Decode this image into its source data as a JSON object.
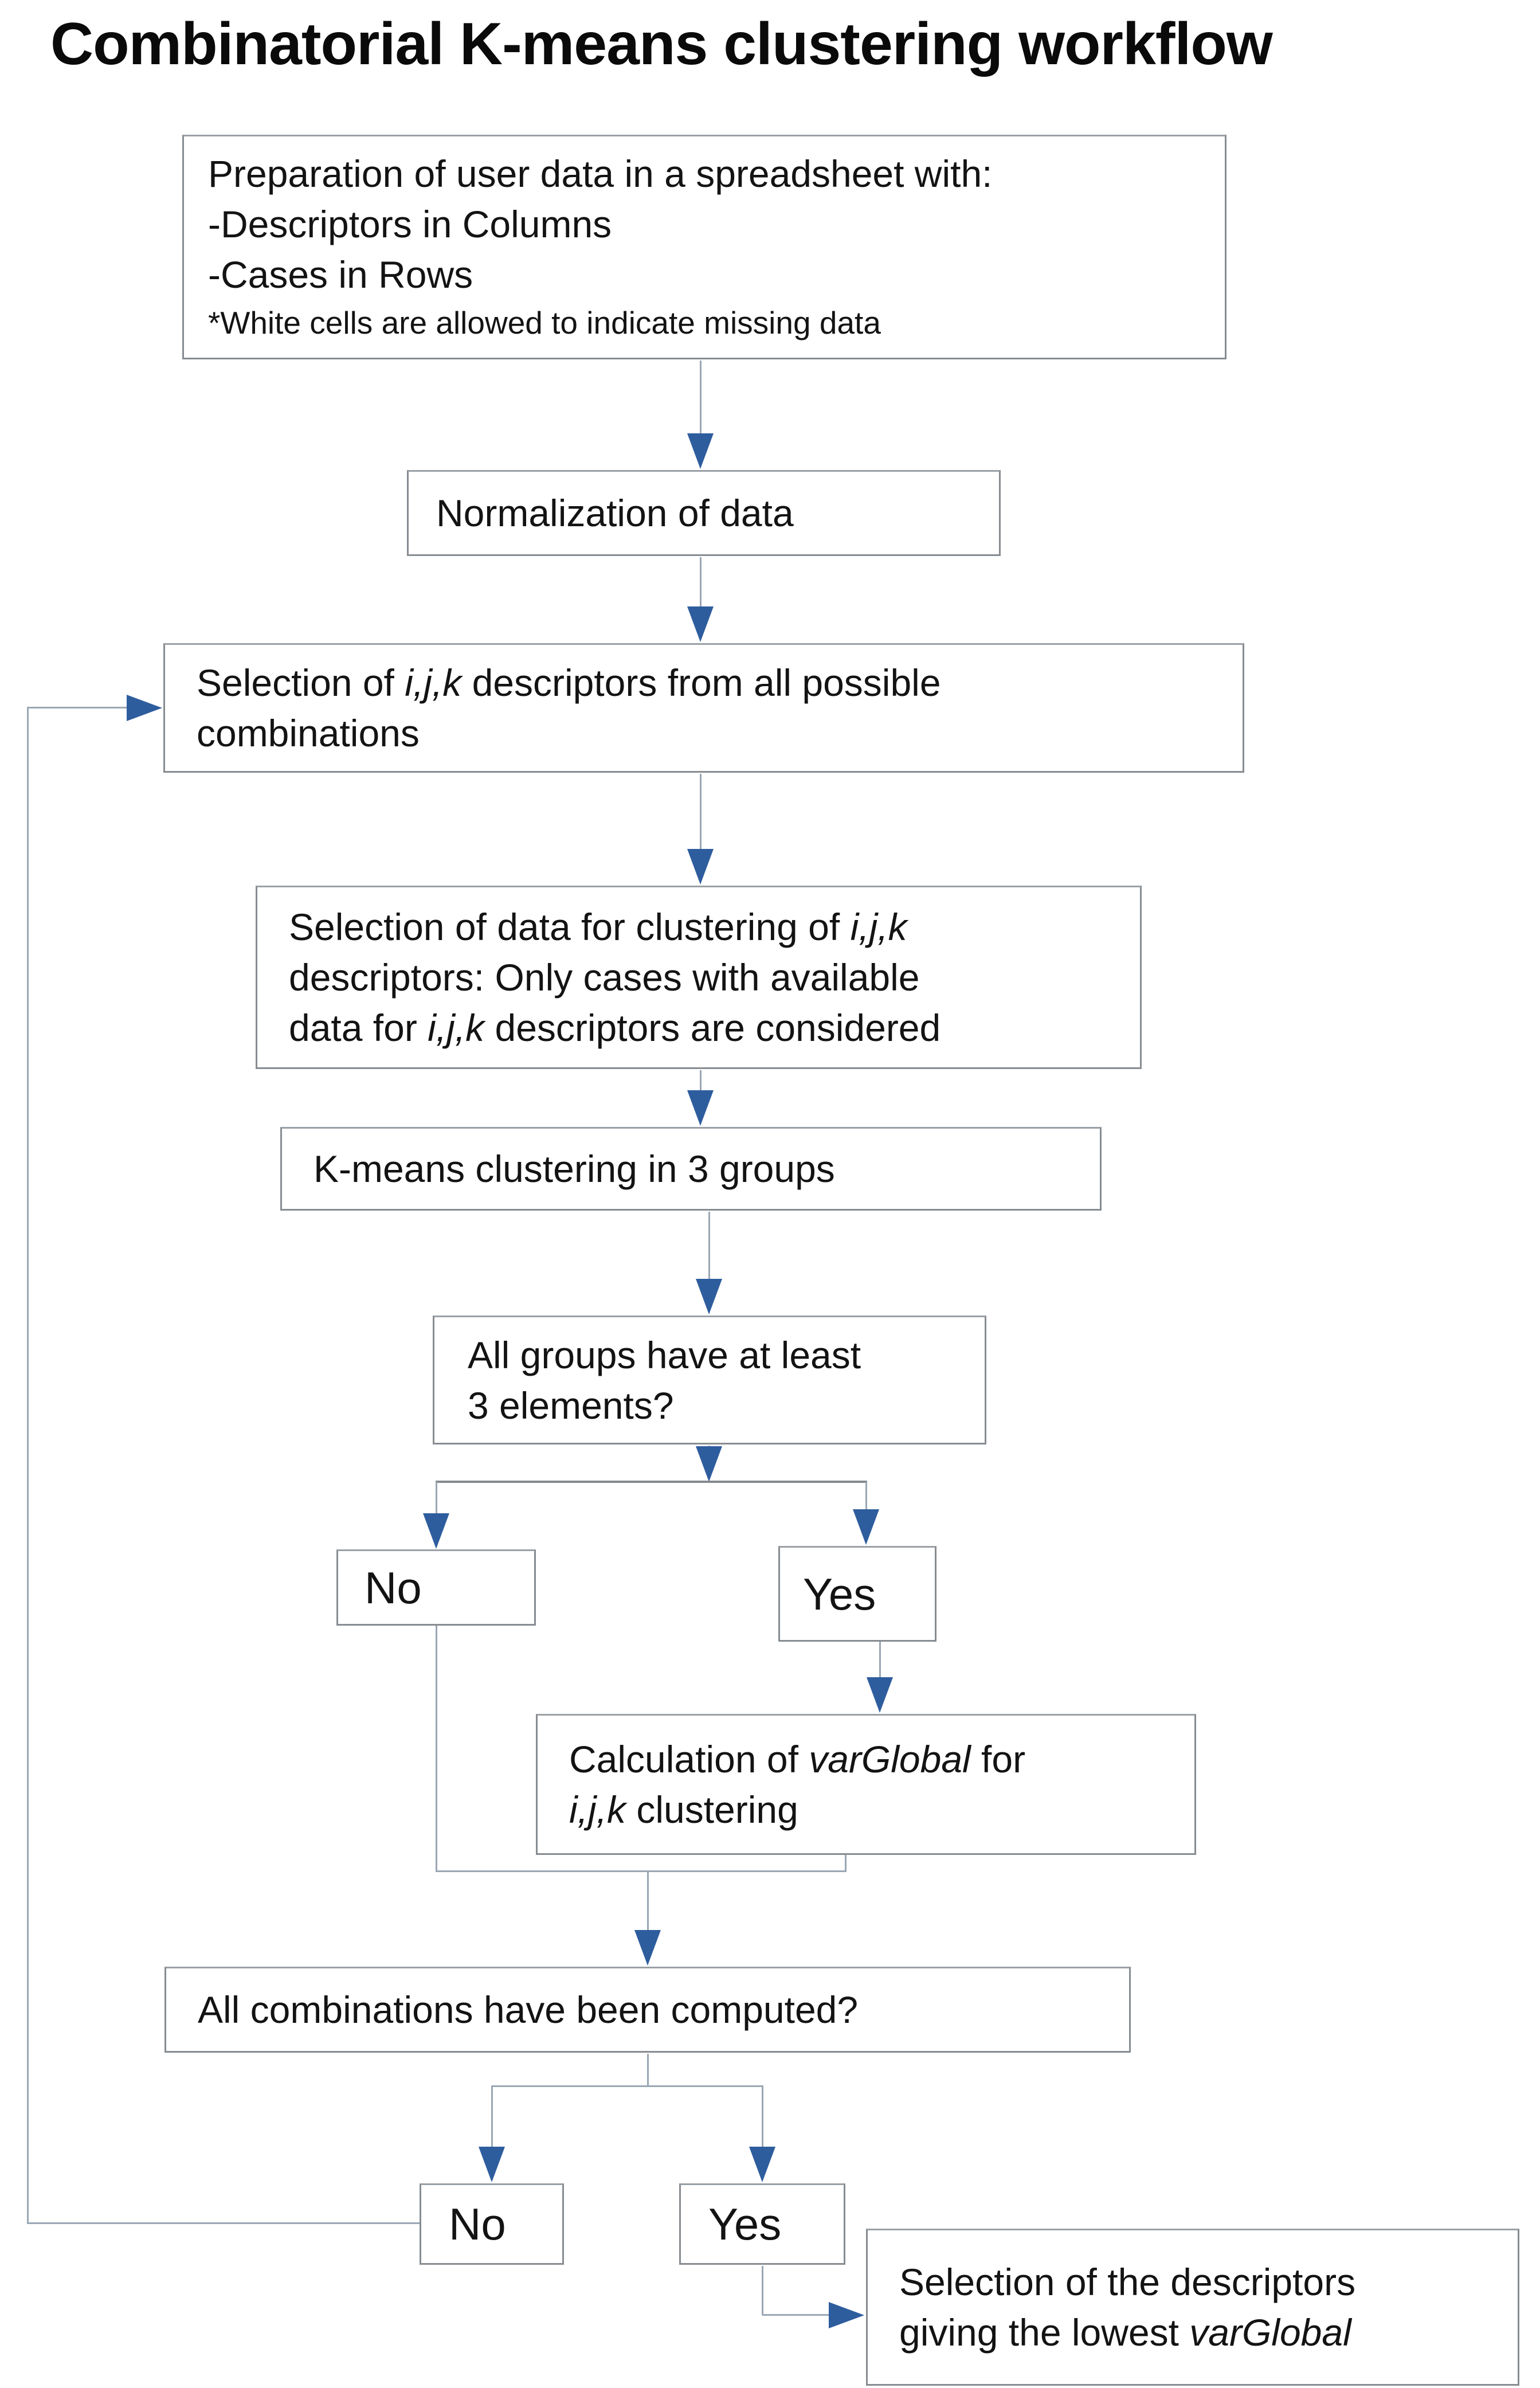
{
  "title": "Combinatorial K-means clustering workflow",
  "colors": {
    "arrowhead": "#2e5d9e",
    "connector_line": "#9aa7b4",
    "box_border": "#878c91",
    "text": "#131313",
    "background": "#ffffff"
  },
  "boxes": {
    "prep": {
      "lines": [
        [
          {
            "t": "Preparation of user data in a spreadsheet with:"
          }
        ],
        [
          {
            "t": "-Descriptors in Columns"
          }
        ],
        [
          {
            "t": "-Cases in Rows"
          }
        ],
        [
          {
            "t": "*White cells are allowed to indicate missing data"
          }
        ]
      ]
    },
    "norm": {
      "lines": [
        [
          {
            "t": "Normalization of data"
          }
        ]
      ]
    },
    "select_descriptors": {
      "lines": [
        [
          {
            "t": "Selection of "
          },
          {
            "t": "i,j,k",
            "i": 1
          },
          {
            "t": " descriptors from all possible"
          }
        ],
        [
          {
            "t": "combinations"
          }
        ]
      ]
    },
    "select_data": {
      "lines": [
        [
          {
            "t": "Selection of data for clustering of "
          },
          {
            "t": "i,j,k",
            "i": 1
          }
        ],
        [
          {
            "t": "descriptors: Only cases with available"
          }
        ],
        [
          {
            "t": "data for "
          },
          {
            "t": "i,j,k",
            "i": 1
          },
          {
            "t": " descriptors are considered"
          }
        ]
      ]
    },
    "kmeans": {
      "lines": [
        [
          {
            "t": "K-means clustering in 3 groups"
          }
        ]
      ]
    },
    "groups_question": {
      "lines": [
        [
          {
            "t": "All groups have at least"
          }
        ],
        [
          {
            "t": "3 elements?"
          }
        ]
      ]
    },
    "no1": {
      "lines": [
        [
          {
            "t": "No"
          }
        ]
      ]
    },
    "yes1": {
      "lines": [
        [
          {
            "t": "Yes"
          }
        ]
      ]
    },
    "calc": {
      "lines": [
        [
          {
            "t": "Calculation of "
          },
          {
            "t": "varGlobal",
            "i": 1
          },
          {
            "t": " for"
          }
        ],
        [
          {
            "t": "i,j,k",
            "i": 1
          },
          {
            "t": " clustering"
          }
        ]
      ]
    },
    "combos_question": {
      "lines": [
        [
          {
            "t": "All combinations have been computed?"
          }
        ]
      ]
    },
    "no2": {
      "lines": [
        [
          {
            "t": "No"
          }
        ]
      ]
    },
    "yes2": {
      "lines": [
        [
          {
            "t": "Yes"
          }
        ]
      ]
    },
    "final": {
      "lines": [
        [
          {
            "t": "Selection of the descriptors"
          }
        ],
        [
          {
            "t": "giving the lowest "
          },
          {
            "t": "varGlobal",
            "i": 1
          }
        ]
      ]
    }
  }
}
